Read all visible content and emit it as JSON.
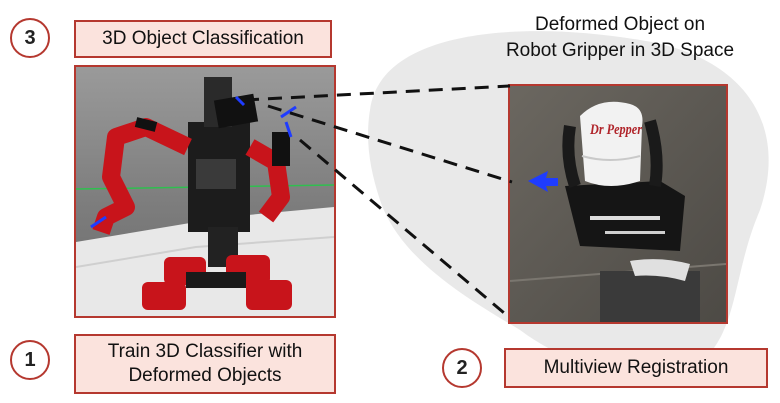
{
  "step3": {
    "number": "3",
    "label": "3D Object Classification"
  },
  "step1": {
    "number": "1",
    "label_line1": "Train 3D Classifier with",
    "label_line2": "Deformed Objects"
  },
  "step2": {
    "number": "2",
    "label": "Multiview Registration"
  },
  "caption": {
    "line1": "Deformed Object on",
    "line2": "Robot Gripper in 3D Space"
  },
  "can_text": "Dr Pepper",
  "colors": {
    "accent": "#b5382f",
    "box_fill": "#fbe3dd",
    "blob": "#e9e9e9",
    "robot_red": "#c8141b"
  }
}
